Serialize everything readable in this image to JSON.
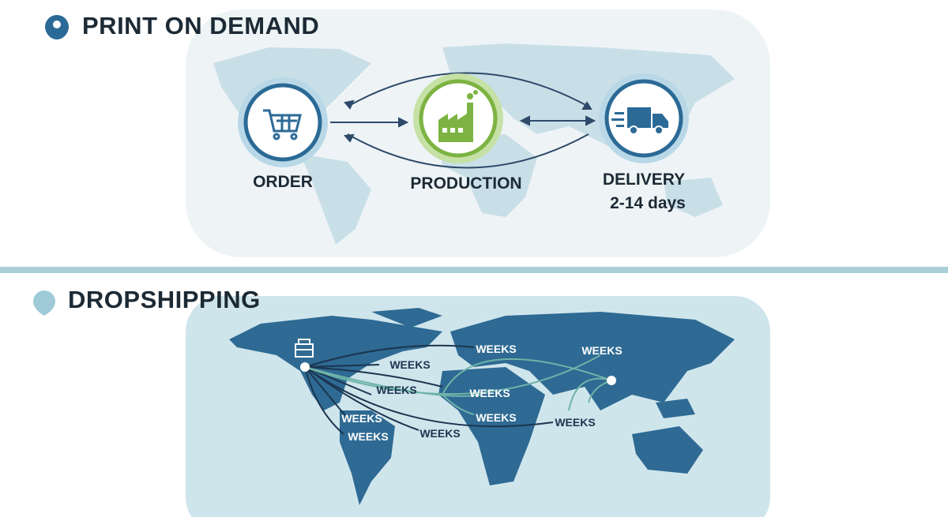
{
  "colors": {
    "pod_blue": "#2b6a96",
    "production_green": "#7cb342",
    "divider": "#a9cfd9",
    "ocean_bottom": "#cfe5ec",
    "land_bottom": "#2e6a93"
  },
  "print_on_demand": {
    "title": "PRINT ON DEMAND",
    "icon": "location-pin-icon",
    "steps": [
      {
        "label": "ORDER",
        "icon": "shopping-cart-icon"
      },
      {
        "label": "PRODUCTION",
        "icon": "factory-icon"
      },
      {
        "label": "DELIVERY",
        "sublabel": "2-14 days",
        "icon": "delivery-truck-icon"
      }
    ]
  },
  "dropshipping": {
    "title": "DROPSHIPPING",
    "icon": "location-pin-icon",
    "origin_icon": "warehouse-icon",
    "route_labels": [
      "WEEKS",
      "WEEKS",
      "WEEKS",
      "WEEKS",
      "WEEKS",
      "WEEKS",
      "WEEKS",
      "WEEKS",
      "WEEKS",
      "WEEKS"
    ]
  }
}
